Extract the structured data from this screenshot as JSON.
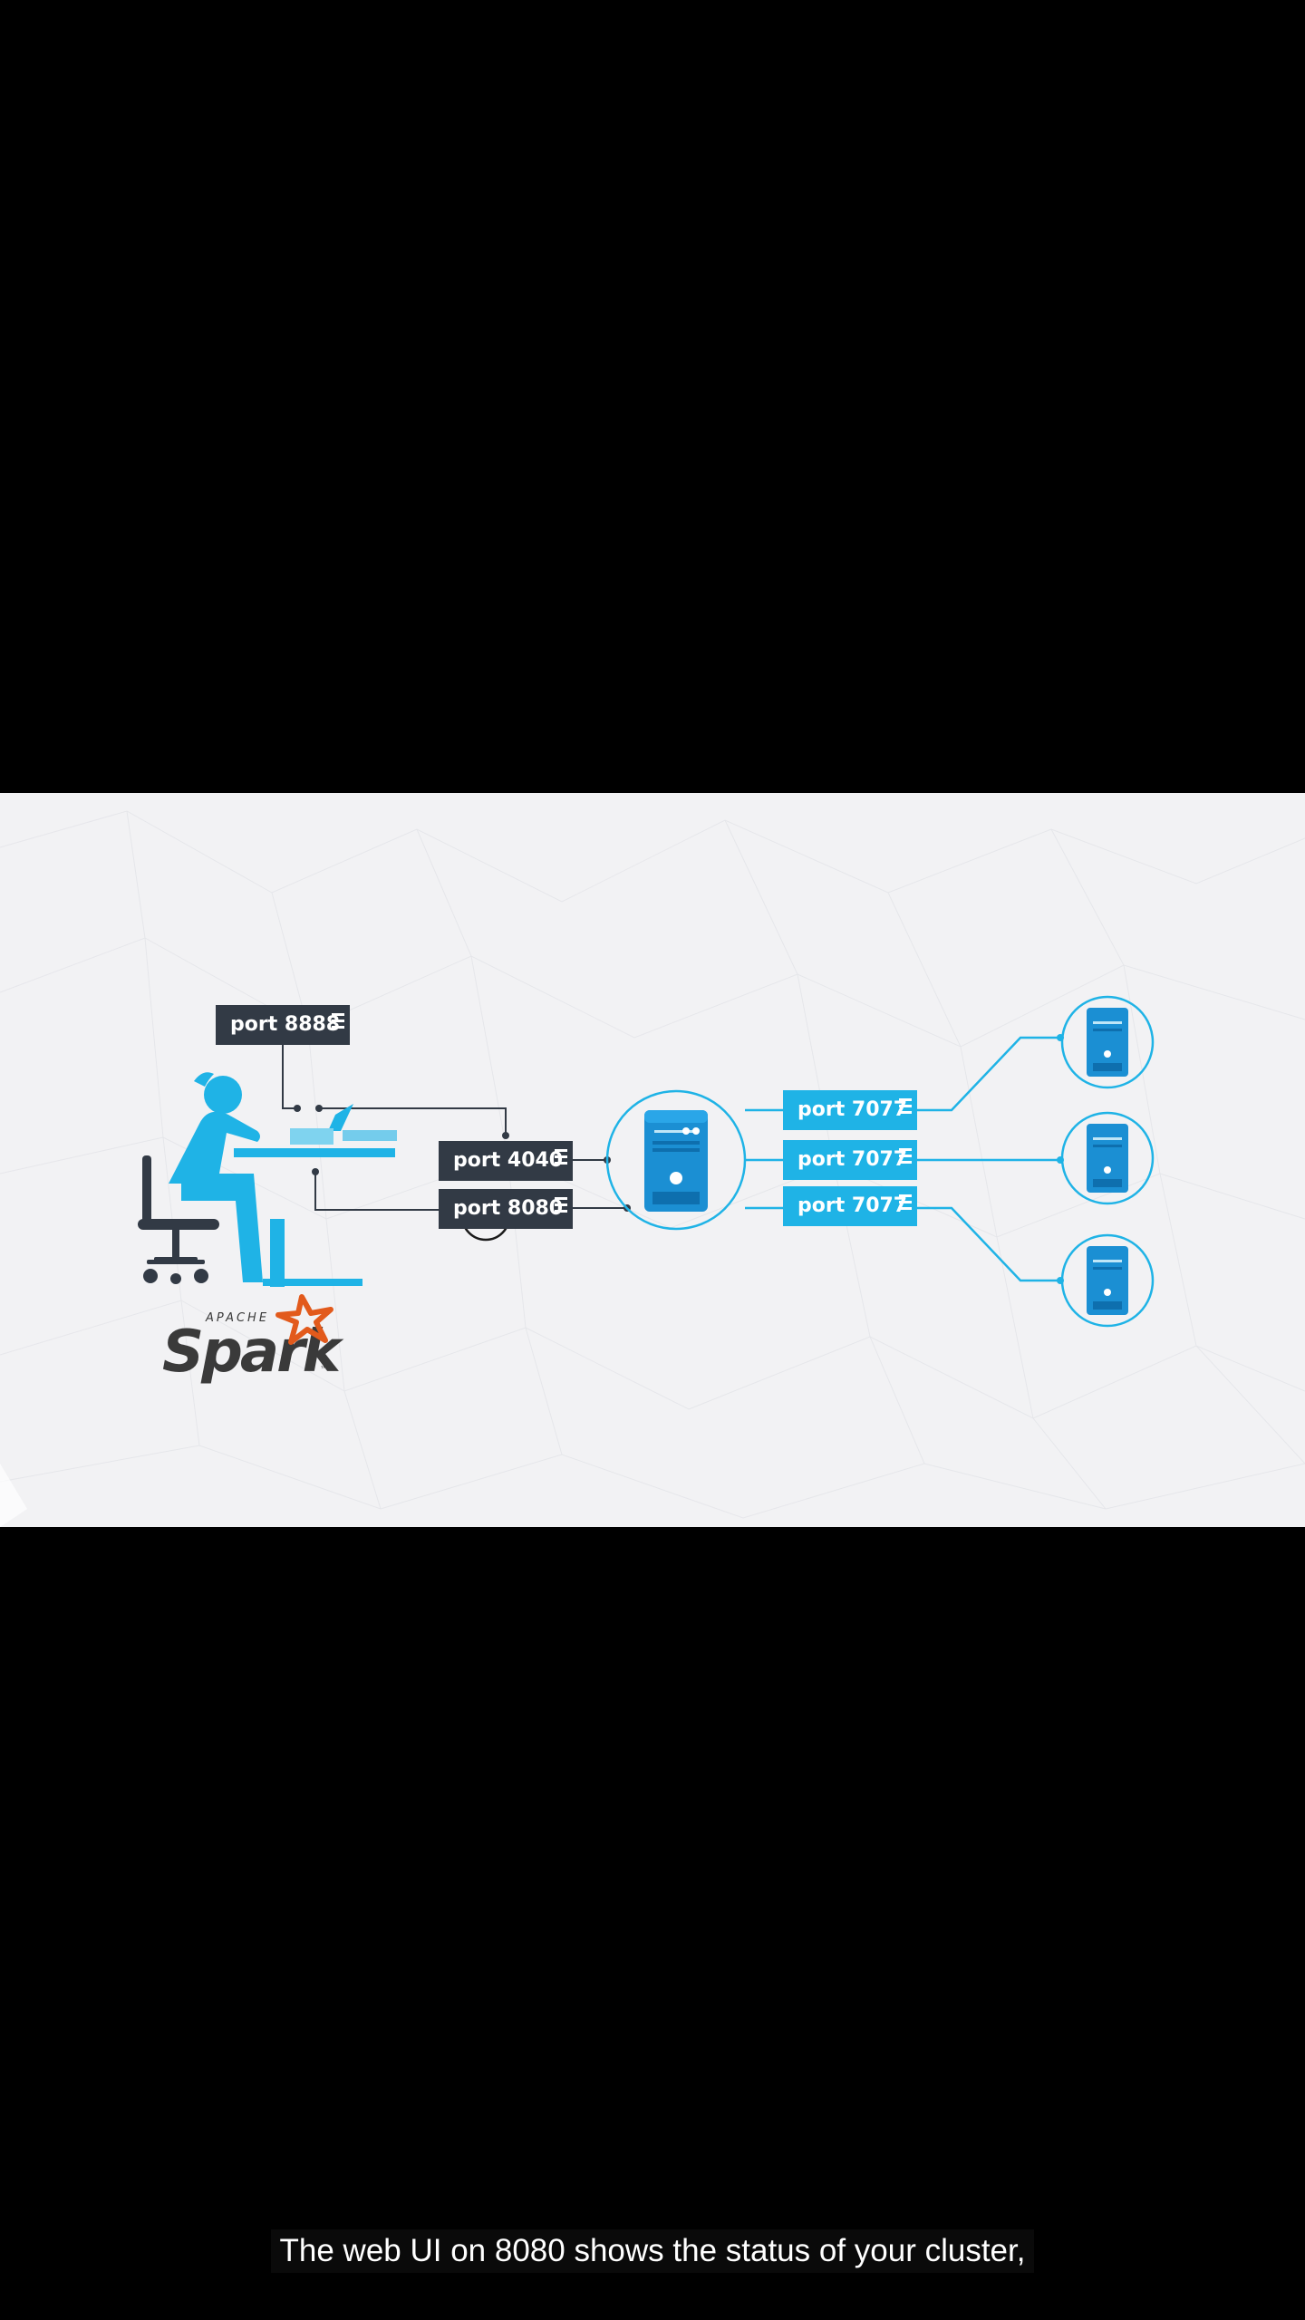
{
  "diagram": {
    "ports": {
      "jupyter": "port 8888",
      "app_ui": "port 4040",
      "cluster_ui": "port 8080",
      "workers": [
        "port 7077",
        "port 7077",
        "port 7077"
      ]
    },
    "logo": {
      "top": "APACHE",
      "word": "Spark",
      "mark": "™"
    },
    "colors": {
      "accent": "#1fb3e6",
      "dark": "#323a45",
      "background": "#f2f2f4",
      "spark_orange": "#e25a1c"
    }
  },
  "caption": "The web UI on 8080 shows the status of your cluster,"
}
